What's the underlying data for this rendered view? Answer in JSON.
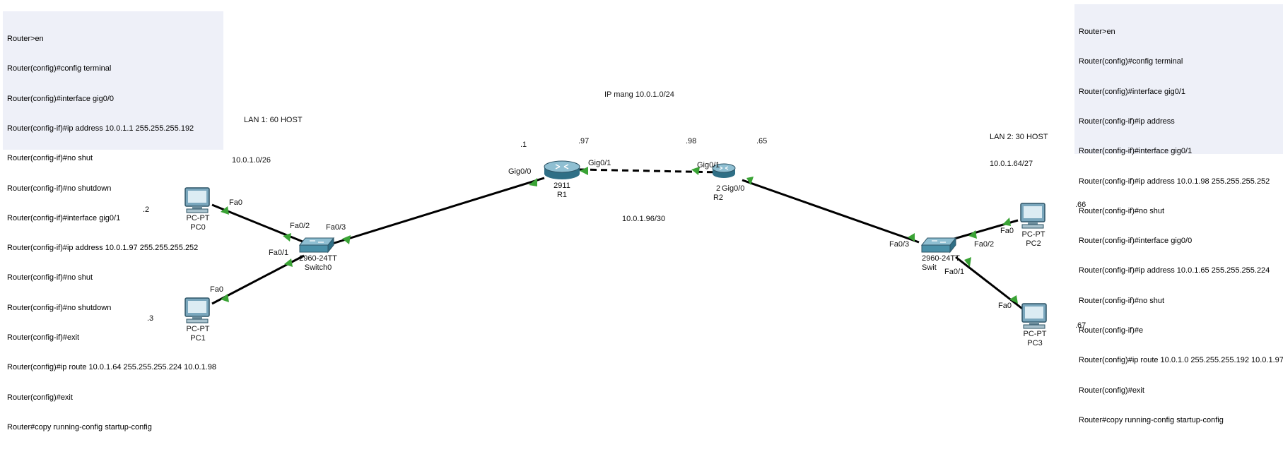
{
  "config_notes": {
    "r1": [
      "Router>en",
      "Router(config)#config terminal",
      "Router(config)#interface gig0/0",
      "Router(config-if)#ip address 10.0.1.1 255.255.255.192",
      "Router(config-if)#no shut",
      "Router(config-if)#no shutdown",
      "Router(config-if)#interface gig0/1",
      "Router(config-if)#ip address 10.0.1.97 255.255.255.252",
      "Router(config-if)#no shut",
      "Router(config-if)#no shutdown",
      "Router(config-if)#exit",
      "Router(config)#ip route 10.0.1.64 255.255.255.224 10.0.1.98",
      "Router(config)#exit",
      "Router#copy running-config startup-config"
    ],
    "r2": [
      "Router>en",
      "Router(config)#config terminal",
      "Router(config)#interface gig0/1",
      "Router(config-if)#ip address",
      "Router(config-if)#interface gig0/1",
      "Router(config-if)#ip address 10.0.1.98 255.255.255.252",
      "Router(config-if)#no shut",
      "Router(config-if)#interface gig0/0",
      "Router(config-if)#ip address 10.0.1.65 255.255.255.224",
      "Router(config-if)#no shut",
      "Router(config-if)#e",
      "Router(config)#ip route 10.0.1.0 255.255.255.192 10.0.1.97",
      "Router(config)#exit",
      "Router#copy running-config startup-config"
    ]
  },
  "labels": {
    "ip_mang": "IP mang 10.0.1.0/24",
    "lan1": "LAN 1: 60 HOST",
    "lan1_net": "10.0.1.0/26",
    "lan2": "LAN 2: 30 HOST",
    "lan2_net": "10.0.1.64/27",
    "wan_net": "10.0.1.96/30",
    "pc0_ip": ".2",
    "pc1_ip": ".3",
    "pc2_ip": ".66",
    "pc3_ip": ".67",
    "r1_g00_ip": ".1",
    "r1_g01_ip": ".97",
    "r2_g01_ip": ".98",
    "r2_g00_ip": ".65"
  },
  "devices": {
    "pc0": {
      "model": "PC-PT",
      "name": "PC0"
    },
    "pc1": {
      "model": "PC-PT",
      "name": "PC1"
    },
    "pc2": {
      "model": "PC-PT",
      "name": "PC2"
    },
    "pc3": {
      "model": "PC-PT",
      "name": "PC3"
    },
    "switch0": {
      "model": "2960-24TT",
      "name": "Switch0"
    },
    "switch1": {
      "model": "2960-24TT",
      "name": "Swit"
    },
    "r1": {
      "model": "2911",
      "name": "R1"
    },
    "r2": {
      "model": "2",
      "name": "R2"
    }
  },
  "ports": {
    "pc0_fa0": "Fa0",
    "pc1_fa0": "Fa0",
    "sw0_fa02": "Fa0/2",
    "sw0_fa03": "Fa0/3",
    "sw0_fa01": "Fa0/1",
    "r1_g00": "Gig0/0",
    "r1_g01": "Gig0/1",
    "r2_g01": "Gig0/1",
    "r2_g00": "Gig0/0",
    "sw1_fa03": "Fa0/3",
    "sw1_fa02": "Fa0/2",
    "sw1_fa01": "Fa0/1",
    "pc2_fa0": "Fa0",
    "pc3_fa0": "Fa0"
  },
  "colors": {
    "link": "#000000",
    "port_up": "#3aa335",
    "device_blue": "#4a90a8",
    "note_bg": "#eef0f8"
  }
}
